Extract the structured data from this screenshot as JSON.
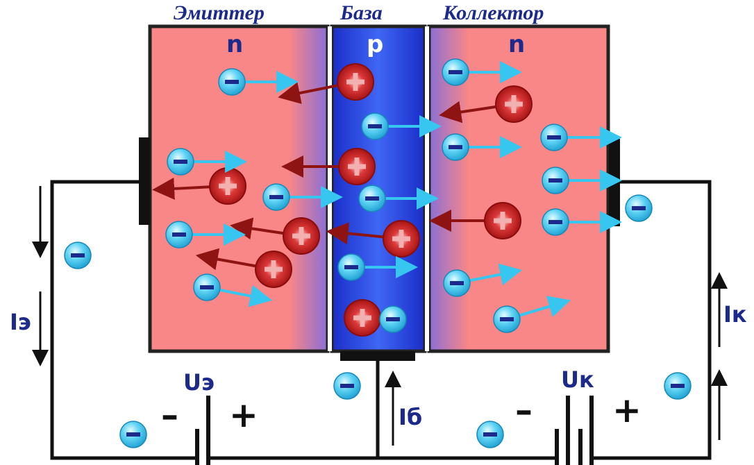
{
  "regions": {
    "emitter": {
      "title": "Эмиттер",
      "type": "n"
    },
    "base": {
      "title": "База",
      "type": "p"
    },
    "collector": {
      "title": "Коллектор",
      "type": "n"
    }
  },
  "currents": {
    "emitter": "Iэ",
    "base": "Iб",
    "collector": "Iк"
  },
  "voltages": {
    "emitter": "Uэ",
    "collector": "Uк"
  },
  "polarity": {
    "minus": "–",
    "plus": "+"
  },
  "colors": {
    "n_region": "#f98787",
    "p_region": "#2438d8",
    "electron": "#36c6f0",
    "hole": "#c81e1e",
    "wire": "#111111",
    "label": "#1c2a8c"
  },
  "icons": {
    "electron": "electron-minus-icon",
    "hole": "hole-plus-icon"
  }
}
